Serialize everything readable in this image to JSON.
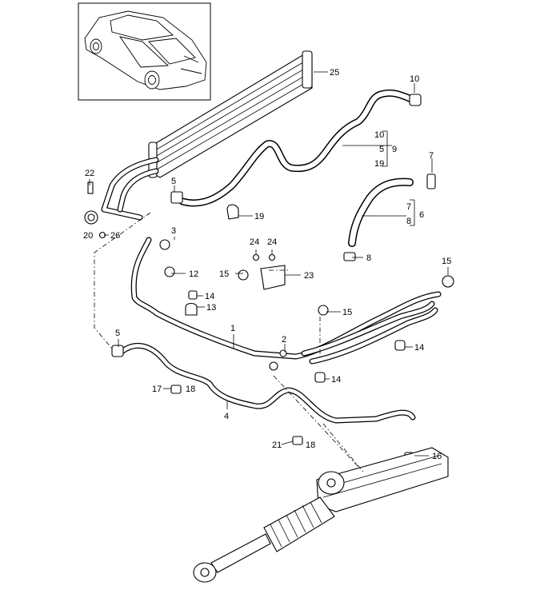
{
  "diagram": {
    "callouts": {
      "c1": "1",
      "c2": "2",
      "c3": "3",
      "c4": "4",
      "c5a": "5",
      "c5b": "5",
      "c5c": "5",
      "c6": "6",
      "c7a": "7",
      "c7b": "7",
      "c8a": "8",
      "c8b": "8",
      "c9": "9",
      "c10a": "10",
      "c10b": "10",
      "c12": "12",
      "c13": "13",
      "c14a": "14",
      "c14b": "14",
      "c14c": "14",
      "c15a": "15",
      "c15b": "15",
      "c15c": "15",
      "c16": "16",
      "c17": "17",
      "c18a": "18",
      "c18b": "18",
      "c19a": "19",
      "c19b": "19",
      "c20": "20",
      "c21": "21",
      "c22": "22",
      "c23": "23",
      "c24a": "24",
      "c24b": "24",
      "c25": "25",
      "c26": "26"
    }
  }
}
